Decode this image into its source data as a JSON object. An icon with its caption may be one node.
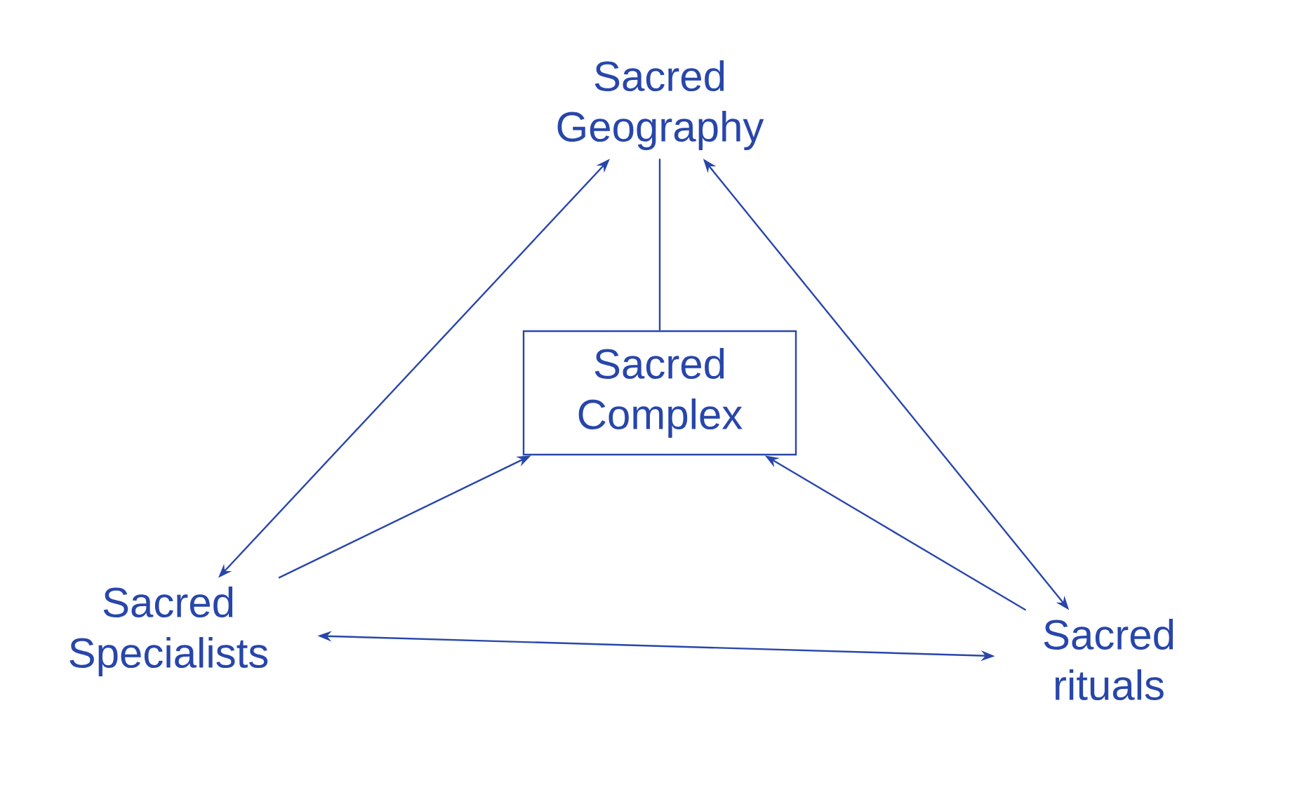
{
  "diagram": {
    "nodes": [
      {
        "text": [
          "Sacred Geography"
        ]
      },
      {
        "text": [
          "Sacred Complex"
        ]
      },
      {
        "text": [
          "Sacred Specialists"
        ]
      },
      {
        "text": [
          "Sacred rituals"
        ]
      }
    ],
    "edges": [
      {
        "from": 0,
        "to": 1,
        "arrow": "none"
      },
      {
        "from": 0,
        "to": 2,
        "arrow": "both"
      },
      {
        "from": 0,
        "to": 3,
        "arrow": "both"
      },
      {
        "from": 2,
        "to": 1,
        "arrow": "to"
      },
      {
        "from": 3,
        "to": 1,
        "arrow": "to"
      },
      {
        "from": 2,
        "to": 3,
        "arrow": "both"
      }
    ]
  }
}
